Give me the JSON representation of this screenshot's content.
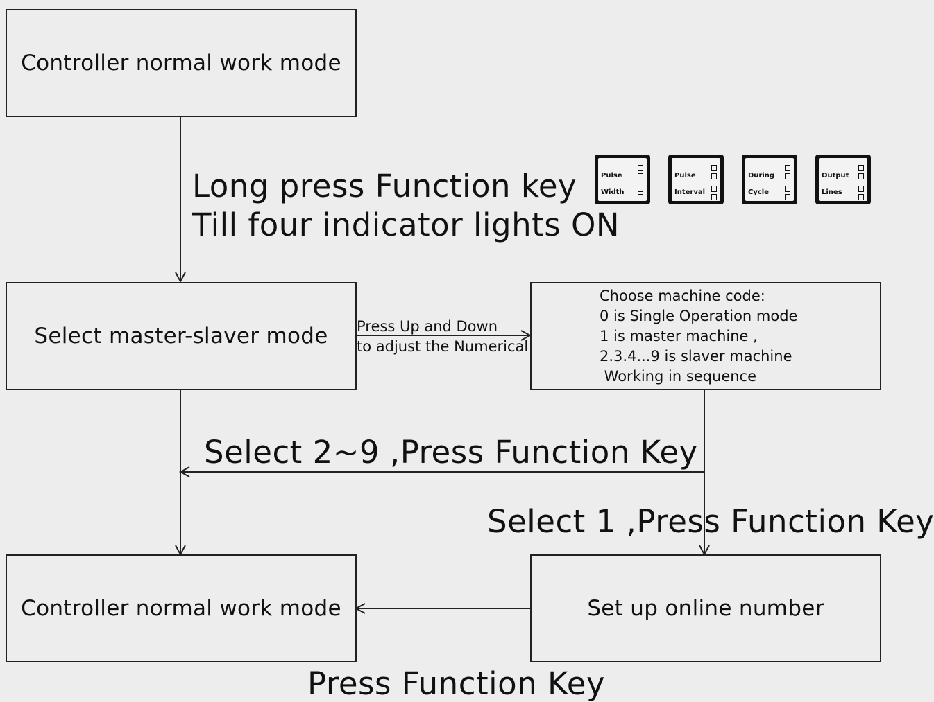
{
  "boxes": {
    "normal_top": "Controller normal work mode",
    "select_mode": "Select master-slaver mode",
    "choose_code": [
      "Choose machine code:",
      "0 is Single Operation mode",
      "1 is master machine ,",
      "2.3.4...9 is slaver machine",
      " Working in sequence"
    ],
    "online_number": "Set up online number",
    "normal_bottom": "Controller normal work mode"
  },
  "labels": {
    "long_press": "Long press Function key",
    "till_four": "Till four indicator lights ON",
    "press_updown_1": "Press Up and Down",
    "press_updown_2": "to adjust the Numerical",
    "select_2_9": "Select 2~9 ,Press Function Key",
    "select_1": "Select 1 ,Press Function Key",
    "press_function": "Press Function Key"
  },
  "indicators": [
    {
      "line1": "Pulse",
      "line2": "Width"
    },
    {
      "line1": "Pulse",
      "line2": "Interval"
    },
    {
      "line1": "During",
      "line2": "Cycle"
    },
    {
      "line1": "Output",
      "line2": "Lines"
    }
  ],
  "colors": {
    "background": "#ededed",
    "stroke": "#222222",
    "indicator_frame": "#111111"
  }
}
